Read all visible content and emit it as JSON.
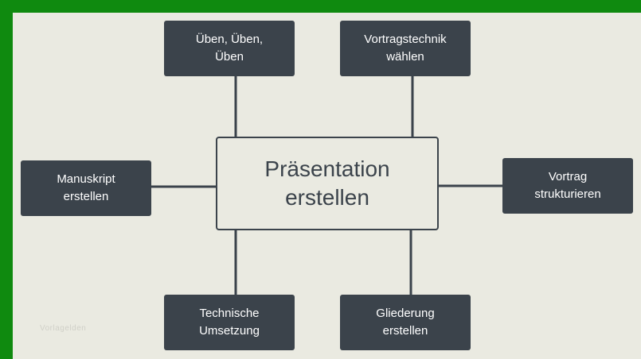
{
  "diagram": {
    "center": {
      "label": "Präsentation\nerstellen"
    },
    "nodes": {
      "top_left": {
        "label": "Üben, Üben,\nÜben"
      },
      "top_right": {
        "label": "Vortragstechnik\nwählen"
      },
      "left": {
        "label": "Manuskript\nerstellen"
      },
      "right": {
        "label": "Vortrag\nstrukturieren"
      },
      "bottom_left": {
        "label": "Technische\nUmsetzung"
      },
      "bottom_right": {
        "label": "Gliederung\nerstellen"
      }
    },
    "watermark": "Vorlagelden"
  },
  "colors": {
    "frame": "#0f8a0f",
    "background": "#eaeae1",
    "node_fill": "#3b434b",
    "node_text": "#ffffff",
    "connector": "#3b434b"
  }
}
